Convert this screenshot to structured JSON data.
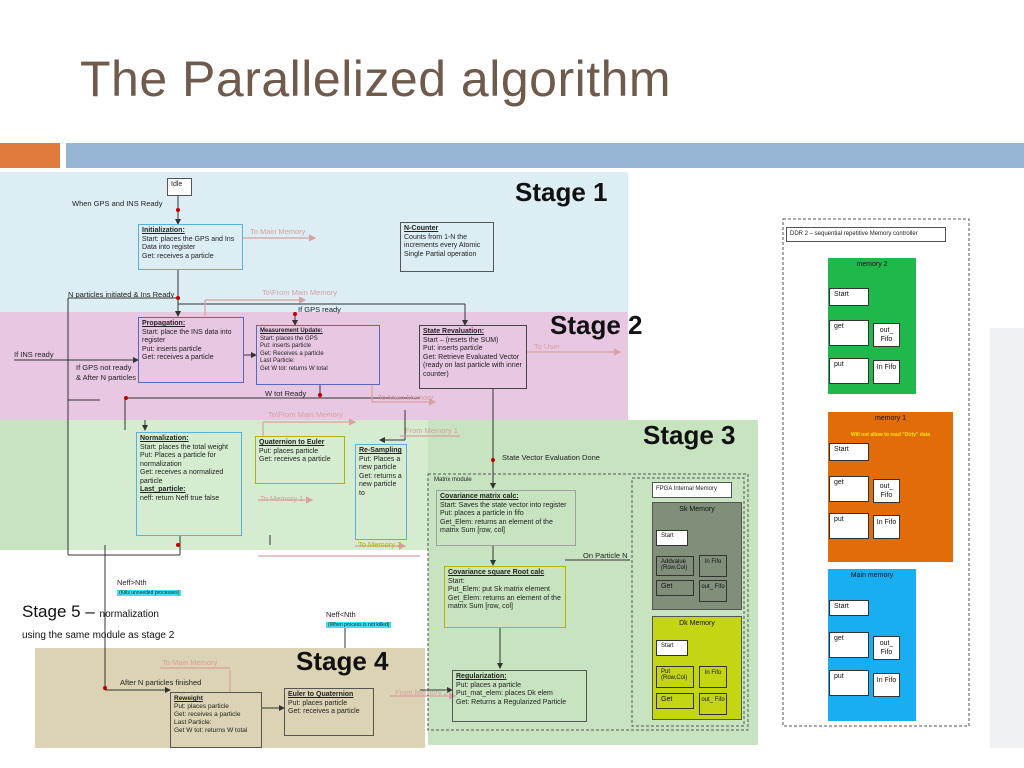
{
  "title": "The Parallelized algorithm",
  "stages": {
    "s1": "Stage 1",
    "s2": "Stage 2",
    "s3": "Stage 3",
    "s4": "Stage 4",
    "s5_big": "Stage 5 –",
    "s5_small": "normalization",
    "s5_line2": "using the same module as stage 2"
  },
  "stage1": {
    "idle": "Idle",
    "when_gps": "When GPS and INS Ready",
    "init_title": "Initialization:",
    "init_start": "Start: places the GPS and Ins Data into register",
    "init_get": "Get: receives a particle",
    "to_main_memory": "To Main Memory",
    "ncounter_title": "N-Counter",
    "ncounter_desc": "Counts from 1-N the increments every Atomic Single Partial operation",
    "n_particles": "N particles initiated & Ins Ready",
    "to_from_main": "To\\From Main Memory"
  },
  "stage2": {
    "if_gps_ready": "If GPS ready",
    "if_ins_ready": "If INS ready",
    "if_gps_not_ready": "If GPS not ready",
    "after_n": "& After N particles",
    "prop_title": "Propagation:",
    "prop_start": "Start: place the INS data into register",
    "prop_put": "Put: inserts particle",
    "prop_get": "Get: receives a particle",
    "meas_title": "Measurement Update:",
    "meas_start": "Start: places the GPS",
    "meas_put": "Put: inserts particle",
    "meas_get": "Get: Receives a particle",
    "meas_last": "Last Particle:",
    "meas_wtot": "Get W tot: returns W total",
    "state_title": "State Revaluation:",
    "state_start": "Start – (resets the SUM)",
    "state_put": "Put: inserts particle",
    "state_get": "Get: Retrieve Evaluated Vector (ready on last particle with inner counter)",
    "to_user": "To User",
    "w_tot_ready": "W tot Ready",
    "to_main_memory": "To Main Memory"
  },
  "stage3": {
    "to_from_main": "To\\From Main Memory",
    "from_memory1": "From Memory 1",
    "to_memory1": "To Memory 1",
    "to_memory2": "To Memory 2",
    "norm_title": "Normalization:",
    "norm_start": "Start: places the total weight",
    "norm_put": "Put: Places a particle for normalization",
    "norm_get": "Get: receives a normalized particle",
    "norm_last": "Last_particle:",
    "norm_neff": "neff: return Neff true false",
    "quat_title": "Quaternion to Euler",
    "quat_put": "Put: places particle",
    "quat_get": "Get: receives a particle",
    "res_title": "Re-Sampling",
    "res_put": "Put: Places a new particle",
    "res_get": "Get: returns a new particle to",
    "state_vec_done": "State Vector Evaluation Done",
    "matrix_module": "Matrix module",
    "cov_title": "Covariance matrix calc:",
    "cov_start": "Start: Saves the state vector into register",
    "cov_put": "Put: places a particle in fifo",
    "cov_get": "Get_Elem: returns an element of the matrix Sum [row, col]",
    "on_particle_n": "On Particle N",
    "csr_title": "Covariance square Root calc",
    "csr_start": "Start:",
    "csr_put": "Put_Elem: put Sk matrix element",
    "csr_get": "Get_Elem: returns an element of the matrix Sum [row, col]",
    "fpga_mem": "FPGA Internal Memory",
    "sk_memory": "Sk Memory",
    "sk_start": "Start",
    "sk_addvalue": "Addvalue (Row,Col)",
    "sk_in": "In Fifo",
    "sk_get": "Get",
    "sk_out": "out_ Fifo",
    "dk_memory": "Dk Memory",
    "dk_start": "Start",
    "dk_put": "Put (Row,Col)",
    "dk_in": "In Fifo",
    "dk_get": "Get",
    "dk_out": "out_ Fifo",
    "neff_gt": "Neff>Nth",
    "neff_gt_note": "(Kills unneeded processes)",
    "neff_lt": "Neff<Nth",
    "neff_lt_note": "(When process is not killed)"
  },
  "stage4": {
    "to_main_memory": "To Main Memory",
    "after_n_finished": "After N particles finished",
    "from_memory2": "From Memory 2",
    "rew_title": "Reweight",
    "rew_put": "Put: places particle",
    "rew_get": "Get: receives a particle",
    "rew_last": "Last Particle:",
    "rew_wtot": "Get W tot: returns W total",
    "e2q_title": "Euler to Quaternion",
    "e2q_put": "Put: places particle",
    "e2q_get": "Get: receives a particle",
    "reg_title": "Regularization:",
    "reg_put": "Put: places a particle",
    "reg_put_mat": "Put_mat_elem: places Dk elem",
    "reg_get": "Get: Returns a Regularized Particle"
  },
  "ddr": {
    "title": "DDR 2 – sequential repetitive Memory controller",
    "mem2_title": "memory 2",
    "mem1_title": "memory 1",
    "mem1_note": "Will not allow to read \"Dirty\" data",
    "main_title": "Main memory",
    "start": "Start",
    "get": "get",
    "put": "put",
    "out_fifo": "out_ Fifo",
    "in_fifo": "In Fifo"
  },
  "colors": {
    "title": "#705a4c",
    "orange_bar": "#e17b3d",
    "blue_bar": "#96b4d4",
    "stage1_band": "#dcedf3",
    "stage2_band": "#e8c7e3",
    "stage3_band": "#c8e3bf",
    "stage4_band": "#dbd3b3",
    "memory2": "#1fb84a",
    "memory1": "#e36c0a",
    "main_memory": "#18aeef",
    "sk_memory": "#7f8f7a",
    "dk_memory": "#c4d611"
  }
}
